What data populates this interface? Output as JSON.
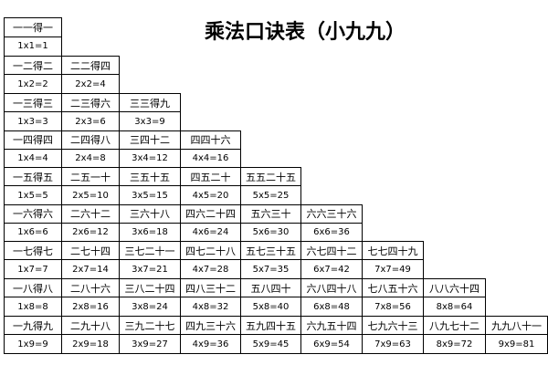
{
  "title": "乘法口诀表（小九九）",
  "rows": [
    [
      {
        "verse": "一一得一",
        "eq": "1x1=1"
      }
    ],
    [
      {
        "verse": "一二得二",
        "eq": "1x2=2"
      },
      {
        "verse": "二二得四",
        "eq": "2x2=4"
      }
    ],
    [
      {
        "verse": "一三得三",
        "eq": "1x3=3"
      },
      {
        "verse": "二三得六",
        "eq": "2x3=6"
      },
      {
        "verse": "三三得九",
        "eq": "3x3=9"
      }
    ],
    [
      {
        "verse": "一四得四",
        "eq": "1x4=4"
      },
      {
        "verse": "二四得八",
        "eq": "2x4=8"
      },
      {
        "verse": "三四十二",
        "eq": "3x4=12"
      },
      {
        "verse": "四四十六",
        "eq": "4x4=16"
      }
    ],
    [
      {
        "verse": "一五得五",
        "eq": "1x5=5"
      },
      {
        "verse": "二五一十",
        "eq": "2x5=10"
      },
      {
        "verse": "三五十五",
        "eq": "3x5=15"
      },
      {
        "verse": "四五二十",
        "eq": "4x5=20"
      },
      {
        "verse": "五五二十五",
        "eq": "5x5=25"
      }
    ],
    [
      {
        "verse": "一六得六",
        "eq": "1x6=6"
      },
      {
        "verse": "二六十二",
        "eq": "2x6=12"
      },
      {
        "verse": "三六十八",
        "eq": "3x6=18"
      },
      {
        "verse": "四六二十四",
        "eq": "4x6=24"
      },
      {
        "verse": "五六三十",
        "eq": "5x6=30"
      },
      {
        "verse": "六六三十六",
        "eq": "6x6=36"
      }
    ],
    [
      {
        "verse": "一七得七",
        "eq": "1x7=7"
      },
      {
        "verse": "二七十四",
        "eq": "2x7=14"
      },
      {
        "verse": "三七二十一",
        "eq": "3x7=21"
      },
      {
        "verse": "四七二十八",
        "eq": "4x7=28"
      },
      {
        "verse": "五七三十五",
        "eq": "5x7=35"
      },
      {
        "verse": "六七四十二",
        "eq": "6x7=42"
      },
      {
        "verse": "七七四十九",
        "eq": "7x7=49"
      }
    ],
    [
      {
        "verse": "一八得八",
        "eq": "1x8=8"
      },
      {
        "verse": "二八十六",
        "eq": "2x8=16"
      },
      {
        "verse": "三八二十四",
        "eq": "3x8=24"
      },
      {
        "verse": "四八三十二",
        "eq": "4x8=32"
      },
      {
        "verse": "五八四十",
        "eq": "5x8=40"
      },
      {
        "verse": "六八四十八",
        "eq": "6x8=48"
      },
      {
        "verse": "七八五十六",
        "eq": "7x8=56"
      },
      {
        "verse": "八八六十四",
        "eq": "8x8=64"
      }
    ],
    [
      {
        "verse": "一九得九",
        "eq": "1x9=9"
      },
      {
        "verse": "二九十八",
        "eq": "2x9=18"
      },
      {
        "verse": "三九二十七",
        "eq": "3x9=27"
      },
      {
        "verse": "四九三十六",
        "eq": "4x9=36"
      },
      {
        "verse": "五九四十五",
        "eq": "5x9=45"
      },
      {
        "verse": "六九五十四",
        "eq": "6x9=54"
      },
      {
        "verse": "七九六十三",
        "eq": "7x9=63"
      },
      {
        "verse": "八九七十二",
        "eq": "8x9=72"
      },
      {
        "verse": "九九八十一",
        "eq": "9x9=81"
      }
    ]
  ]
}
